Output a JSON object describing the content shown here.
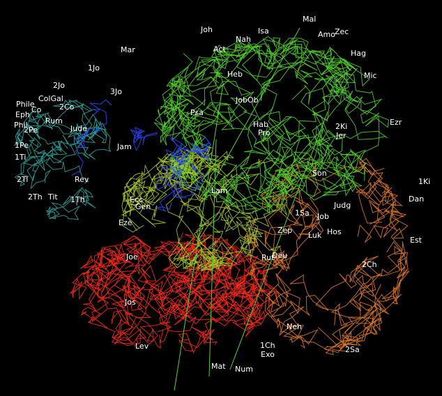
{
  "colors": {
    "background": "#000000",
    "label": "#ffffff",
    "red_group": "#ff2a1a",
    "orange_group": "#e07a28",
    "green_group": "#52d52a",
    "yellowgreen_group": "#a8c82a",
    "teal_group": "#2aa8a0",
    "blue_group": "#2a4cff"
  },
  "labels": {
    "joh": "Joh",
    "mal": "Mal",
    "nah": "Nah",
    "isa": "Isa",
    "amo": "Amo",
    "zec": "Zec",
    "mar": "Mar",
    "act": "Act",
    "hag": "Hag",
    "1jo": "1Jo",
    "heb": "Heb",
    "mic": "Mic",
    "2jo": "2Jo",
    "3jo": "3Jo",
    "colgal": "ColGal",
    "phile": "Phile",
    "co": "Co",
    "2co": "2Co",
    "job_ob": "JobOb",
    "eph": "Eph",
    "psa": "Psa",
    "hab": "Hab",
    "phil": "Phil",
    "rum": "Rum",
    "2pe": "2Pe",
    "jude": "Jude",
    "pro": "Pro",
    "2ki": "2Ki",
    "jer": "Jer",
    "ezr": "Ezr",
    "1pe": "1Pe",
    "jam": "Jam",
    "1ti": "1Ti",
    "son": "Son",
    "2ti": "2Ti",
    "rev": "Rev",
    "1ki": "1Ki",
    "lam": "Lam",
    "2th": "2Th",
    "tit": "Tit",
    "1th": "1Th",
    "ecc": "Ecc",
    "gen": "Gen",
    "dan": "Dan",
    "judg": "Judg",
    "1sa": "1Sa",
    "job": "Job",
    "eze": "Eze",
    "zep": "Zep",
    "hos": "Hos",
    "luk": "Luk",
    "est": "Est",
    "joe": "Joe",
    "rut": "Rut",
    "deu": "Deu",
    "2ch": "2Ch",
    "jos": "Jos",
    "neh": "Neh",
    "lev": "Lev",
    "1ch": "1Ch",
    "exo": "Exo",
    "2sa": "2Sa",
    "mat": "Mat",
    "num": "Num"
  }
}
